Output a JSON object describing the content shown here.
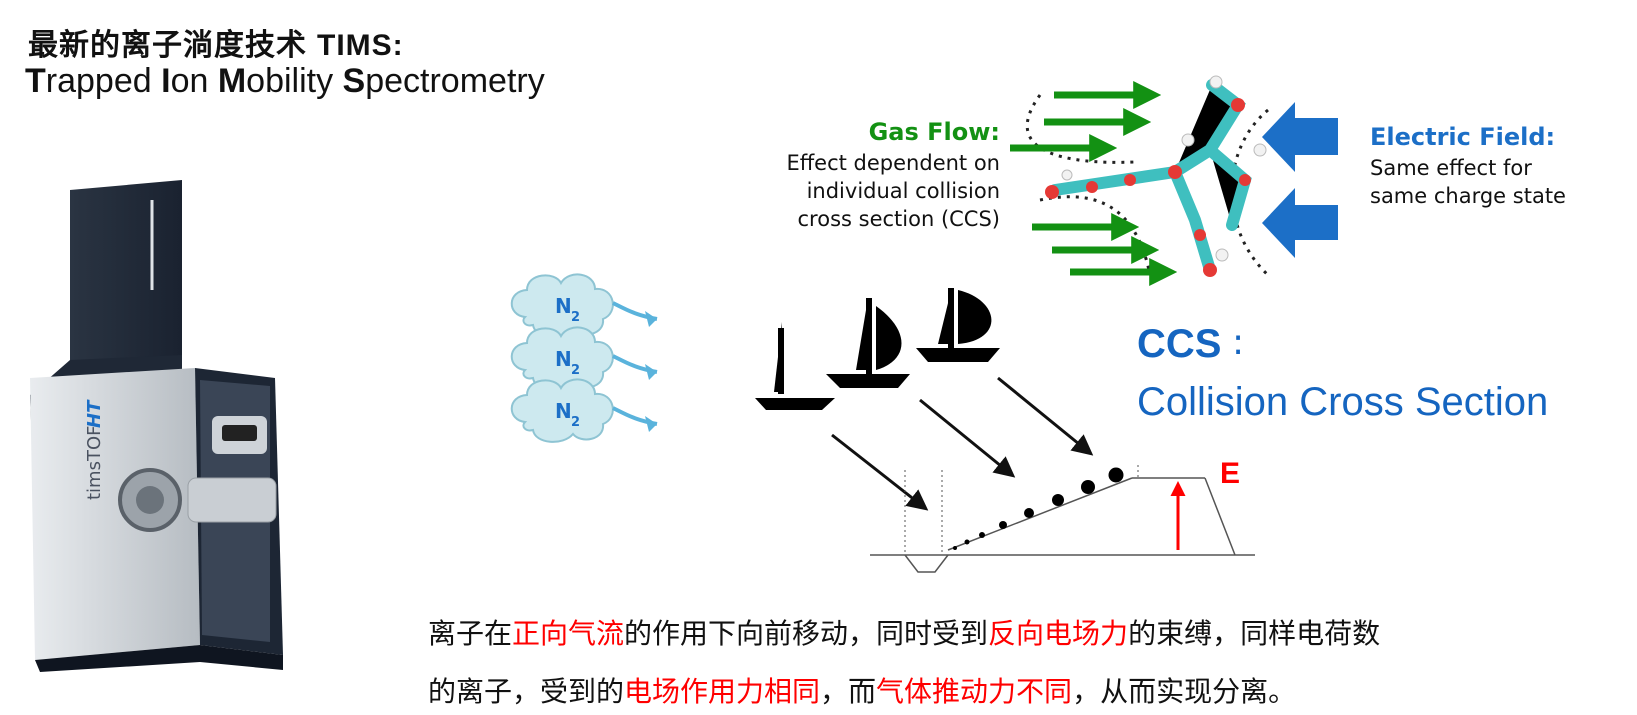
{
  "title": {
    "cn": "最新的离子淌度技术",
    "tims": "TIMS:",
    "en_parts": [
      "T",
      "rapped ",
      "I",
      "on ",
      "M",
      "obility ",
      "S",
      "pectrometry"
    ]
  },
  "instrument": {
    "brand_text": "timsTOF",
    "model_text": "HT"
  },
  "gas_flow": {
    "title": "Gas Flow:",
    "lines": [
      "Effect dependent on",
      "individual collision",
      "cross section (CCS)"
    ]
  },
  "electric_field": {
    "title": "Electric Field:",
    "lines": [
      "Same effect for",
      "same charge state"
    ]
  },
  "n2_clouds": [
    {
      "label": "N",
      "sub": "2"
    },
    {
      "label": "N",
      "sub": "2"
    },
    {
      "label": "N",
      "sub": "2"
    }
  ],
  "ccs": {
    "abbr": "CCS",
    "colon": ":",
    "full": "Collision Cross Section"
  },
  "e_label": "E",
  "caption": {
    "line1": [
      {
        "text": "离子在",
        "red": false
      },
      {
        "text": "正向气流",
        "red": true
      },
      {
        "text": "的作用下向前移动，同时受到",
        "red": false
      },
      {
        "text": "反向电场力",
        "red": true
      },
      {
        "text": "的束缚，同样电荷数",
        "red": false
      }
    ],
    "line2": [
      {
        "text": "的离子，受到的",
        "red": false
      },
      {
        "text": "电场作用力相同",
        "red": true
      },
      {
        "text": "，而",
        "red": false
      },
      {
        "text": "气体推动力不同",
        "red": true
      },
      {
        "text": "，从而实现分离。",
        "red": false
      }
    ]
  },
  "colors": {
    "gas_green": "#139113",
    "field_blue": "#1c6fc7",
    "ccs_blue": "#1565c0",
    "highlight_red": "#ff0000",
    "cloud_fill": "#cde9ef",
    "molecule_teal": "#3fbfbf"
  }
}
